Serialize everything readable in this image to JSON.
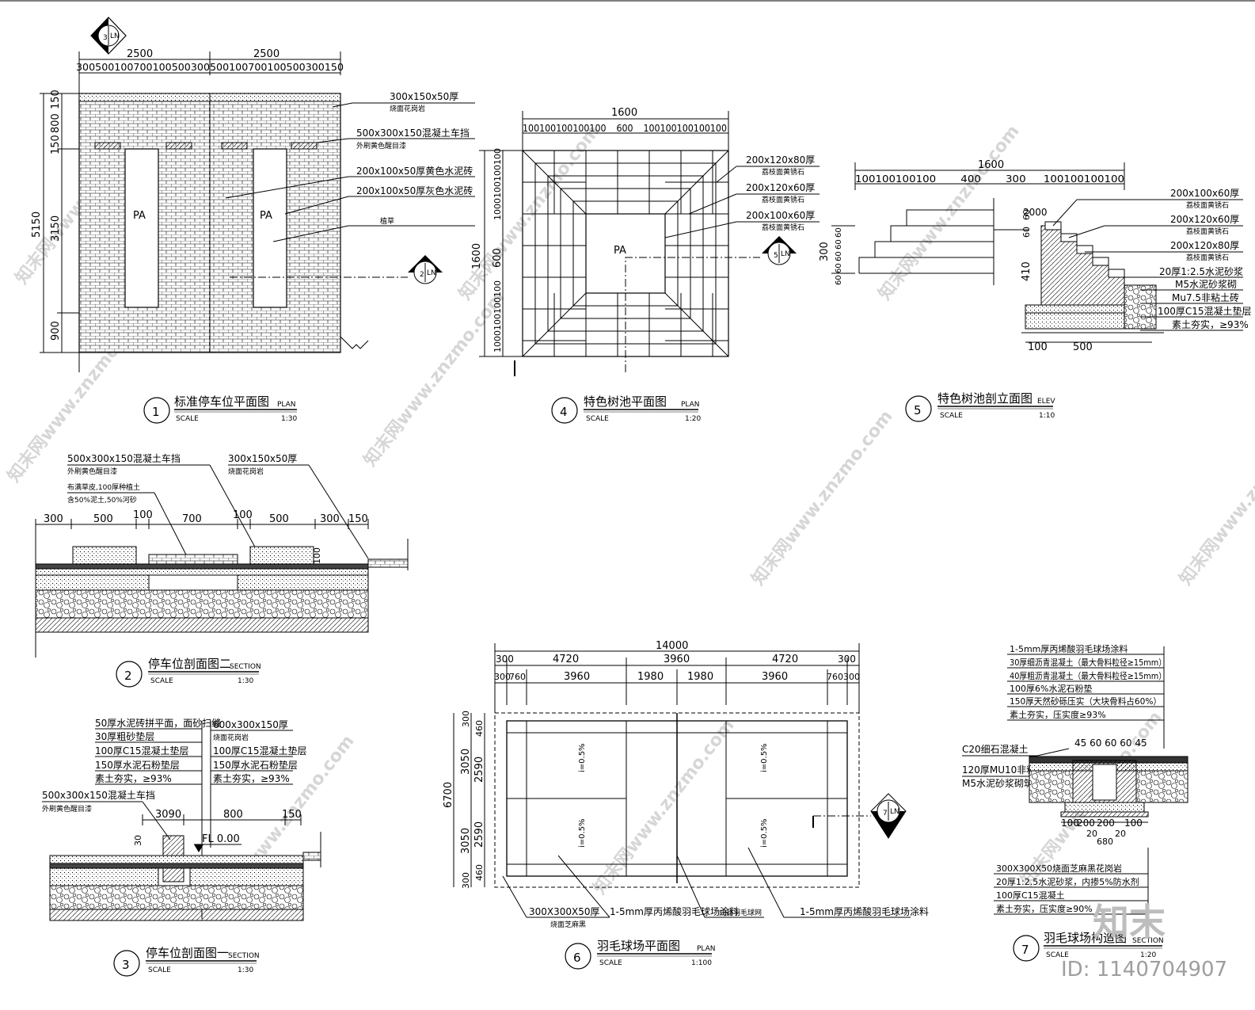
{
  "sheet": {
    "brand_mark": "知末",
    "image_id": "ID: 1140704907",
    "watermark": "知末网www.znzmo.com"
  },
  "d1": {
    "number": "1",
    "title": "标准停车位平面图",
    "en": "PLAN",
    "scale_label": "SCALE",
    "scale": "1:30",
    "dims_top": [
      "2500",
      "2500"
    ],
    "dims_small": "300500100700100500300500100700100500300150",
    "dims_left": [
      "5150",
      "150",
      "800",
      "150",
      "3150",
      "900"
    ],
    "notes": [
      {
        "a": "300x150x50厚",
        "b": "烧面花岗岩"
      },
      {
        "a": "500x300x150混凝土车挡",
        "b": "外刷黄色醒目漆"
      },
      {
        "a": "200x100x50厚黄色水泥砖",
        "b": ""
      },
      {
        "a": "200x100x50厚灰色水泥砖",
        "b": ""
      },
      {
        "a": "植草",
        "b": ""
      }
    ],
    "pa": "PA",
    "marker_top": {
      "num": "3",
      "sheet": "LN"
    },
    "marker_right": {
      "num": "2",
      "sheet": "LN"
    }
  },
  "d2": {
    "number": "2",
    "title": "停车位剖面图二",
    "en": "SECTION",
    "scale_label": "SCALE",
    "scale": "1:30",
    "notes": [
      "500x300x150混凝土车挡",
      "外刷黄色醒目漆",
      "布满草皮,100厚种植土",
      "含50%泥土,50%河砂"
    ],
    "notes_right": [
      "300x150x50厚",
      "烧面花岗岩"
    ],
    "dims": [
      "300",
      "500",
      "100",
      "700",
      "100",
      "500",
      "300",
      "150"
    ],
    "dim_v": "100"
  },
  "d3": {
    "number": "3",
    "title": "停车位剖面图一",
    "en": "SECTION",
    "scale_label": "SCALE",
    "scale": "1:30",
    "layers_left": [
      "50厚水泥砖拼平面，面砂扫缝",
      "30厚粗砂垫层",
      "100厚C15混凝土垫层",
      "150厚水泥石粉垫层",
      "素土夯实，≥93%"
    ],
    "layers_right": [
      "600x300x150厚",
      "烧面花岗岩",
      "100厚C15混凝土垫层",
      "150厚水泥石粉垫层",
      "素土夯实，≥93%"
    ],
    "curb_note": [
      "500x300x150混凝土车挡",
      "外刷黄色醒目漆"
    ],
    "dims": [
      "3090",
      "800",
      "150"
    ],
    "dim_v": "30",
    "fl": "FL 0.00"
  },
  "d4": {
    "number": "4",
    "title": "特色树池平面图",
    "en": "PLAN",
    "scale_label": "SCALE",
    "scale": "1:20",
    "dim_top": "1600",
    "dims_small": [
      "100",
      "100",
      "100",
      "100",
      "100",
      "600",
      "100",
      "100",
      "100",
      "100",
      "100"
    ],
    "dim_left": "1600",
    "dim_left_mid": "600",
    "dim_left_small": "1000100100100",
    "notes": [
      {
        "a": "200x120x80厚",
        "b": "荔枝面黄锈石"
      },
      {
        "a": "200x120x60厚",
        "b": "荔枝面黄锈石"
      },
      {
        "a": "200x100x60厚",
        "b": "荔枝面黄锈石"
      }
    ],
    "pa": "PA",
    "marker": {
      "num": "5",
      "sheet": "LN"
    }
  },
  "d5": {
    "number": "5",
    "title": "特色树池剖立面图",
    "en": "ELEV",
    "scale_label": "SCALE",
    "scale": "1:10",
    "dim_top": "1600",
    "dims_small": [
      "100",
      "100",
      "100",
      "100",
      "400",
      "300",
      "100",
      "100",
      "100",
      "100"
    ],
    "dims_left": [
      "300",
      "60",
      "60",
      "60",
      "60",
      "60"
    ],
    "dims_mid": [
      "2000",
      "60",
      "60",
      "410"
    ],
    "dims_bottom": [
      "100",
      "500"
    ],
    "notes": [
      {
        "a": "200x100x60厚",
        "b": "荔枝面黄锈石"
      },
      {
        "a": "200x120x60厚",
        "b": "荔枝面黄锈石"
      },
      {
        "a": "200x120x80厚",
        "b": "荔枝面黄锈石"
      },
      {
        "a": "20厚1:2.5水泥砂浆",
        "b": ""
      },
      {
        "a": "M5水泥砂浆砌",
        "b": ""
      },
      {
        "a": "Mu7.5非粘土砖",
        "b": ""
      },
      {
        "a": "100厚C15混凝土垫层",
        "b": ""
      },
      {
        "a": "素土夯实，≥93%",
        "b": ""
      }
    ]
  },
  "d6": {
    "number": "6",
    "title": "羽毛球场平面图",
    "en": "PLAN",
    "scale_label": "SCALE",
    "scale": "1:100",
    "dim_total": "14000",
    "dims_row1": [
      "300",
      "4720",
      "3960",
      "4720",
      "300"
    ],
    "dims_row2": [
      "300",
      "760",
      "3960",
      "1980",
      "1980",
      "3960",
      "760",
      "300"
    ],
    "dim_left": "6700",
    "dims_left1": [
      "300",
      "3050",
      "3050",
      "300"
    ],
    "dims_left2": [
      "460",
      "2590",
      "2590",
      "460"
    ],
    "slope": "i=0.5%",
    "notes": [
      "300X300X50厚",
      "烧面芝麻黑",
      "1-5mm厚丙烯酸羽毛球场涂料",
      "成品羽毛球网",
      "1-5mm厚丙烯酸羽毛球场涂料"
    ],
    "marker": {
      "num": "7",
      "sheet": "LN"
    }
  },
  "d7": {
    "number": "7",
    "title": "羽毛球场构造图",
    "en": "SECTION",
    "scale_label": "SCALE",
    "scale": "1:20",
    "layers": [
      "1-5mm厚丙烯酸羽毛球场涂料",
      "30厚细沥青混凝土（最大骨料粒径≥15mm）",
      "40厚粗沥青混凝土（最大骨料粒径≥15mm）",
      "100厚6%水泥石粉垫",
      "150厚天然砂砾压实（大块骨料占60%）",
      "素土夯实，压实度≥93%"
    ],
    "left_notes": [
      "C20细石混凝土",
      "120厚MU10非粘土砖",
      "M5水泥砂浆砌筑"
    ],
    "dims_top": "45 60 60 60 45",
    "dims_bottom": [
      "100",
      "200",
      "200",
      "100"
    ],
    "dims_bottom2": [
      "20",
      "680",
      "20"
    ],
    "lower_layers": [
      "300X300X50烧面芝麻黑花岗岩",
      "20厚1:2.5水泥砂浆，内掺5%防水剂",
      "100厚C15混凝土",
      "素土夯实，压实度≥90%"
    ]
  }
}
